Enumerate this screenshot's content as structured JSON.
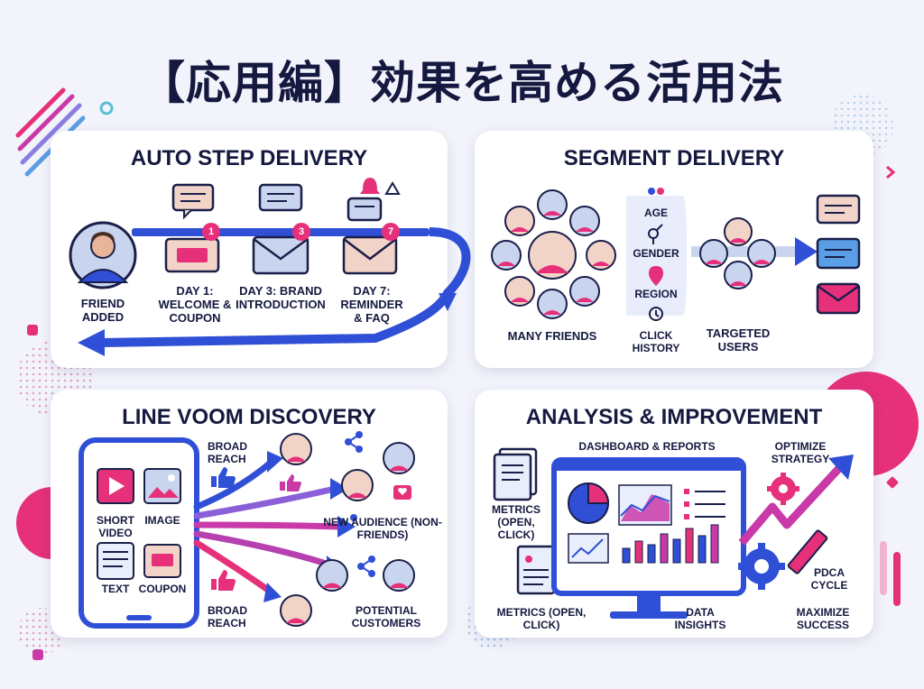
{
  "title": "【応用編】効果を高める活用法",
  "colors": {
    "navy": "#1a1f4a",
    "blue": "#2f4fd6",
    "pink": "#e6307a",
    "magenta": "#c93aa8",
    "card": "#f2d3c8",
    "lightblue": "#c9d4ee"
  },
  "panels": {
    "auto_step": {
      "title": "AUTO STEP DELIVERY",
      "friend_added": "FRIEND ADDED",
      "steps": [
        {
          "badge": "1",
          "label": "DAY 1: WELCOME & COUPON",
          "icon": "coupon-icon"
        },
        {
          "badge": "3",
          "label": "DAY 3: BRAND INTRODUCTION",
          "icon": "envelope-icon"
        },
        {
          "badge": "7",
          "label": "DAY 7: REMINDER & FAQ",
          "icon": "envelope-icon"
        }
      ]
    },
    "segment": {
      "title": "SEGMENT DELIVERY",
      "many_friends": "MANY FRIENDS",
      "filters": [
        "AGE",
        "GENDER",
        "REGION",
        "CLICK HISTORY"
      ],
      "targeted": "TARGETED USERS"
    },
    "voom": {
      "title": "LINE VOOM DISCOVERY",
      "content_types": [
        "SHORT VIDEO",
        "IMAGE",
        "TEXT",
        "COUPON"
      ],
      "broad_reach_top": "BROAD REACH",
      "broad_reach_bottom": "BROAD REACH",
      "new_audience": "NEW AUDIENCE (NON-FRIENDS)",
      "potential": "POTENTIAL CUSTOMERS"
    },
    "analysis": {
      "title": "ANALYSIS & IMPROVEMENT",
      "dashboard": "DASHBOARD & REPORTS",
      "optimize": "OPTIMIZE STRATEGY",
      "metrics_top": "METRICS (OPEN, CLICK)",
      "metrics_bottom": "METRICS (OPEN, CLICK)",
      "data_insights": "DATA INSIGHTS",
      "pdca": "PDCA CYCLE",
      "maximize": "MAXIMIZE SUCCESS"
    }
  }
}
